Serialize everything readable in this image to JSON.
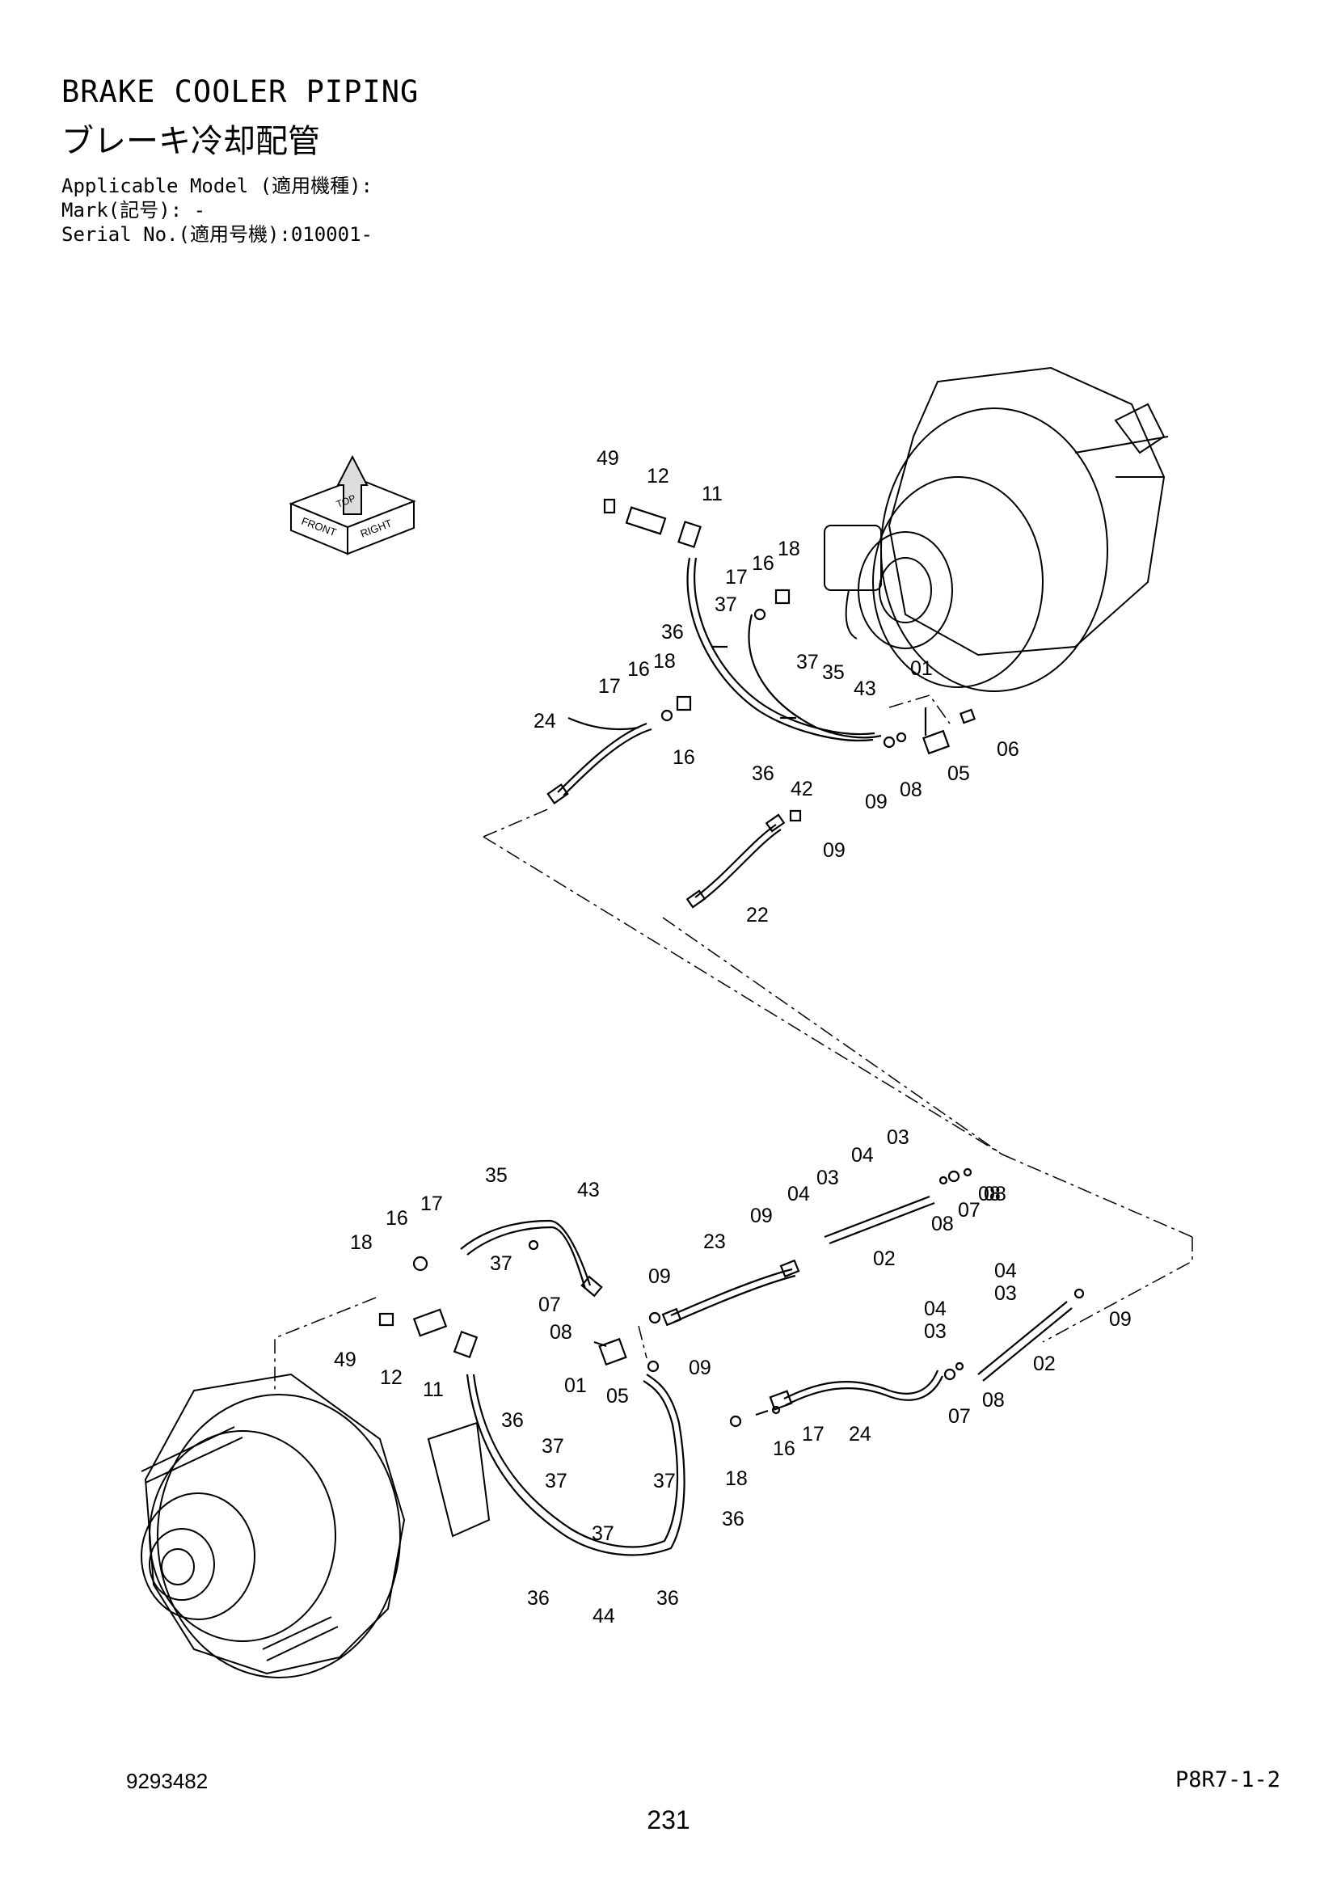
{
  "header": {
    "title_en": "BRAKE COOLER PIPING",
    "title_jp": "ブレーキ冷却配管",
    "applicable_model": "Applicable Model (適用機種):",
    "mark": "Mark(記号): -",
    "serial_no": "Serial No.(適用号機):010001-"
  },
  "orientation_marker": {
    "top": "TOP",
    "front": "FRONT",
    "right": "RIGHT",
    "up": "UP"
  },
  "diagram": {
    "upper_view_callouts": [
      "49",
      "12",
      "11",
      "17",
      "16",
      "18",
      "37",
      "36",
      "16",
      "18",
      "17",
      "24",
      "16",
      "37",
      "35",
      "43",
      "01",
      "36",
      "42",
      "09",
      "08",
      "05",
      "06",
      "09",
      "22"
    ],
    "lower_view_callouts": [
      "35",
      "43",
      "17",
      "16",
      "18",
      "37",
      "23",
      "04",
      "03",
      "04",
      "03",
      "09",
      "08",
      "08",
      "07",
      "08",
      "02",
      "04",
      "03",
      "04",
      "03",
      "07",
      "09",
      "08",
      "09",
      "49",
      "12",
      "11",
      "01",
      "05",
      "09",
      "02",
      "07",
      "08",
      "24",
      "17",
      "16",
      "36",
      "37",
      "37",
      "37",
      "18",
      "36",
      "37",
      "36",
      "36",
      "44"
    ]
  },
  "footer": {
    "drawing_no": "9293482",
    "page_ref": "P8R7-1-2",
    "page_number": "231"
  }
}
